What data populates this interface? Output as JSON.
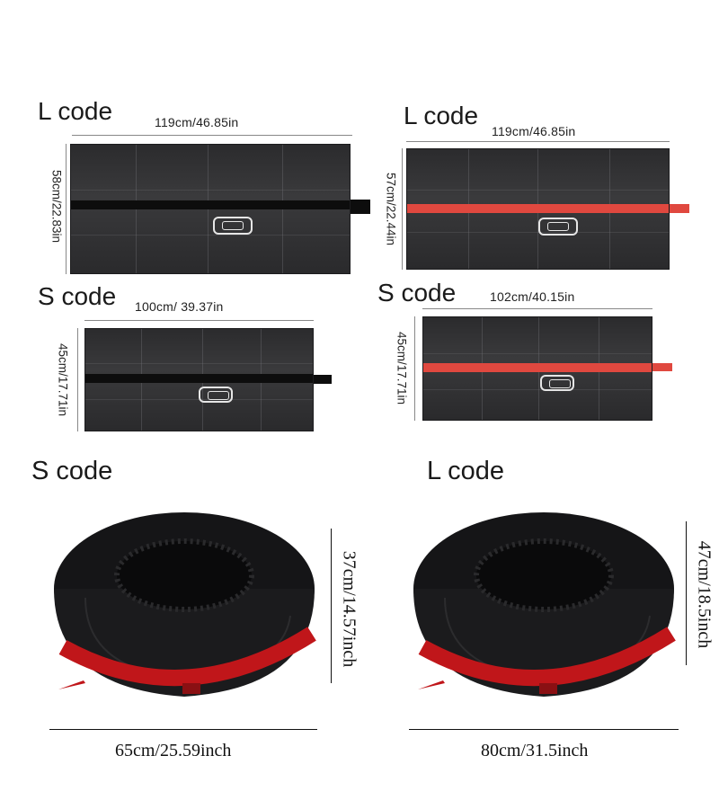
{
  "flat_bags": {
    "top_left": {
      "code": "L code",
      "width_label": "119cm/46.85in",
      "height_label": "58cm/22.83in",
      "strap_color": "#111111"
    },
    "top_right": {
      "code": "L code",
      "width_label": "119cm/46.85in",
      "height_label": "57cm/22.44in",
      "strap_color": "#e0483f"
    },
    "mid_left": {
      "code": "S code",
      "width_label": "100cm/ 39.37in",
      "height_label": "45cm/17.71in",
      "strap_color": "#111111"
    },
    "mid_right": {
      "code": "S code",
      "width_label": "102cm/40.15in",
      "height_label": "45cm/17.71in",
      "strap_color": "#e0483f"
    }
  },
  "tire_covers": {
    "left": {
      "code": "S code",
      "width_label": "65cm/25.59inch",
      "height_label": "37cm/14.57inch"
    },
    "right": {
      "code": "L code",
      "width_label": "80cm/31.5inch",
      "height_label": "47cm/18.5inch"
    }
  },
  "colors": {
    "bag_body": "#2e2e30",
    "red_strap": "#e0483f",
    "tire_red_strap": "#c0161a"
  }
}
